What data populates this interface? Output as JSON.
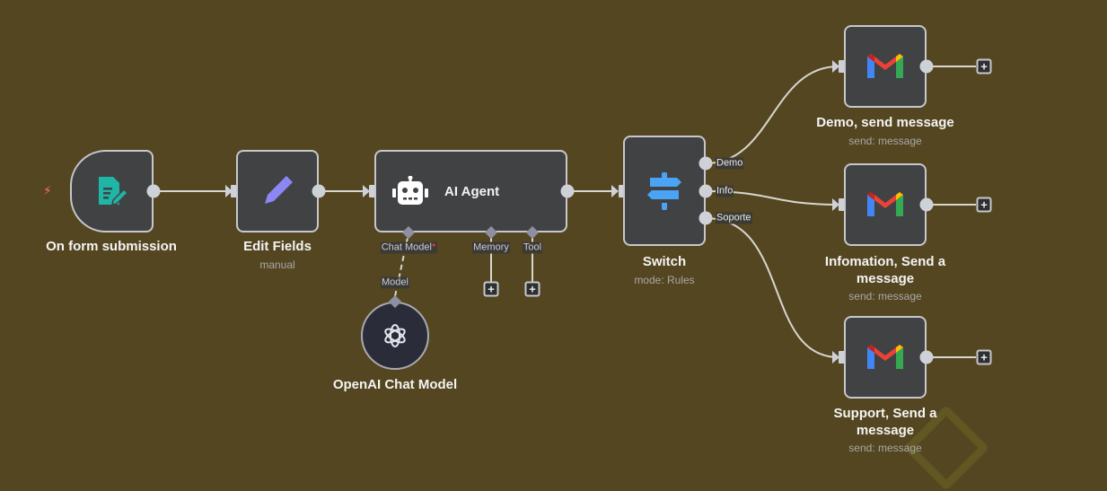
{
  "canvas": {
    "background": "#544620"
  },
  "nodes": {
    "form_trigger": {
      "title": "On form submission",
      "icon": "form-icon",
      "icon_color": "#1fb5a7",
      "trigger_icon": "lightning-bolt-icon"
    },
    "edit_fields": {
      "title": "Edit Fields",
      "subtitle": "manual",
      "icon": "pencil-icon",
      "icon_color": "#8c87f5"
    },
    "ai_agent": {
      "title": "AI Agent",
      "icon": "robot-icon",
      "ports": {
        "chat_model": "Chat Model",
        "chat_model_required": "*",
        "memory": "Memory",
        "tool": "Tool"
      }
    },
    "openai_model": {
      "title": "OpenAI Chat Model",
      "icon": "openai-icon",
      "port": "Model"
    },
    "switch": {
      "title": "Switch",
      "subtitle": "mode: Rules",
      "icon": "signpost-icon",
      "icon_color": "#4aa3f5",
      "branches": [
        "Demo",
        "Info",
        "Soporte"
      ]
    },
    "gmail_demo": {
      "title": "Demo, send message",
      "subtitle": "send: message",
      "icon": "gmail-icon"
    },
    "gmail_info": {
      "title_line1": "Infomation, Send a",
      "title_line2": "message",
      "subtitle": "send: message",
      "icon": "gmail-icon"
    },
    "gmail_support": {
      "title_line1": "Support, Send a",
      "title_line2": "message",
      "subtitle": "send: message",
      "icon": "gmail-icon"
    }
  },
  "add_button_glyph": "+"
}
